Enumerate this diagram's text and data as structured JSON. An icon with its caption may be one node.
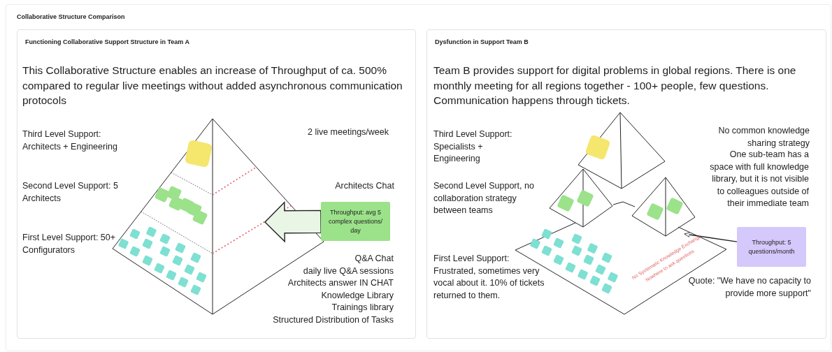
{
  "diagram": {
    "title": "Collaborative Structure Comparison",
    "nodes": [
      {
        "text": [
          "Functioning Collaborative Support Structure in Team A"
        ]
      },
      {
        "text": [
          "Throughput: avg 5 complex questions/ day"
        ],
        "in": 0
      },
      {
        "text": [],
        "shape": "pyramid",
        "in": 0
      },
      {
        "text": [
          "Dysfunction in Support Team B"
        ]
      },
      {
        "text": [
          "Throughput: 5 questions/month"
        ],
        "in": 3
      },
      {
        "text": [],
        "shape": "pyramid",
        "in": 3
      }
    ],
    "edges": [
      {
        "from": 1,
        "to": 2,
        "arrow": "to",
        "style": "thick"
      },
      {
        "from": 4,
        "to": 5,
        "arrow": "to"
      }
    ],
    "labels": [
      "This Collaborative Structure enables an increase of Throughput of ca. 500% compared to regular live meetings without added asynchronous communication protocols",
      "Third Level Support: Architects + Engineering",
      "2 live meetings/week",
      "Second Level Support: 5 Architects",
      "Architects Chat",
      "First Level Support: 50+ Configurators",
      "Q&A Chat",
      "daily live Q&A sessions",
      "Architects answer IN CHAT",
      "Knowledge Library",
      "Trainings library",
      "Structured Distribution of Tasks",
      "Team B provides support for digital problems in global regions. There is one monthly meeting for all regions together - 100+ people, few questions. Communication happens through tickets.",
      "Third Level Support: Specialists + Engineering",
      "No common knowledge sharing strategy",
      "One sub-team has a space with full knowledge library, but it is not visible to colleagues outside of their immediate team",
      "Second Level Support, no collaboration strategy between teams",
      "First Level Support: Frustrated, sometimes very vocal about it. 10% of tickets returned to them.",
      "No Systematic Knowledge Exchange",
      "Nowhere to ask questions",
      "Quote: \"We have no capacity to provide more support\""
    ]
  }
}
